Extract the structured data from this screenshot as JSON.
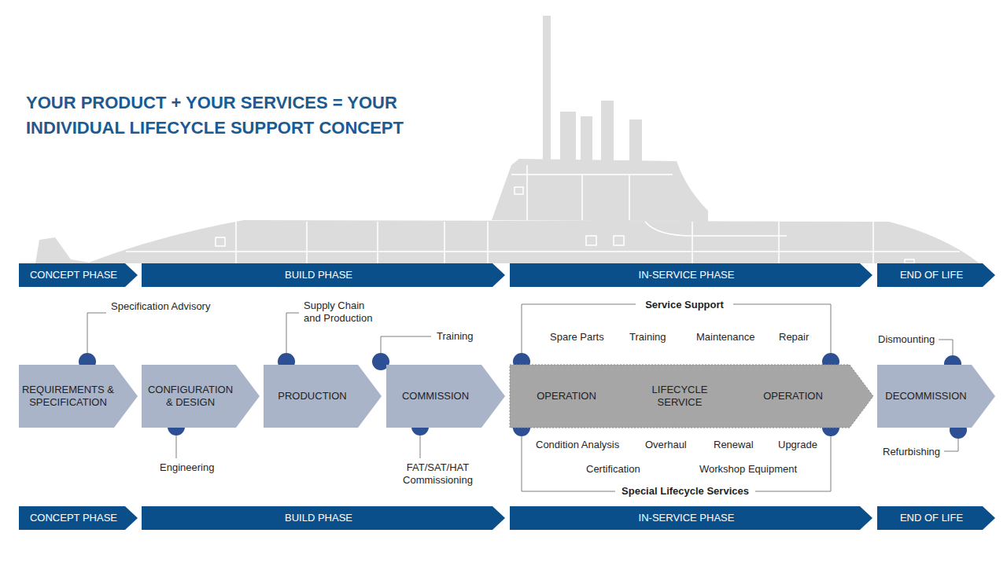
{
  "diagram": {
    "title": "YOUR PRODUCT + YOUR SERVICES = YOUR INDIVIDUAL LIFECYCLE SUPPORT CONCEPT",
    "nodes": [
      {
        "text": [
          "CONCEPT PHASE"
        ]
      },
      {
        "text": [
          "BUILD PHASE"
        ]
      },
      {
        "text": [
          "IN-SERVICE PHASE"
        ]
      },
      {
        "text": [
          "END OF LIFE"
        ]
      },
      {
        "text": [
          "REQUIREMENTS & SPECIFICATION"
        ]
      },
      {
        "text": [
          "CONFIGURATION & DESIGN"
        ]
      },
      {
        "text": [
          "PRODUCTION"
        ]
      },
      {
        "text": [
          "COMMISSION"
        ]
      },
      {
        "text": [
          "OPERATION",
          "LIFECYCLE SERVICE",
          "OPERATION"
        ]
      },
      {
        "text": [
          "DECOMMISSION"
        ]
      },
      {
        "text": [
          "CONCEPT PHASE"
        ]
      },
      {
        "text": [
          "BUILD PHASE"
        ]
      },
      {
        "text": [
          "IN-SERVICE PHASE"
        ]
      },
      {
        "text": [
          "END OF LIFE"
        ]
      }
    ],
    "labels": [
      "Specification Advisory",
      "Engineering",
      "Supply Chain and Production",
      "Training",
      "FAT/SAT/HAT Commissioning",
      "Service Support",
      "Spare Parts",
      "Training",
      "Maintenance",
      "Repair",
      "Condition Analysis",
      "Overhaul",
      "Renewal",
      "Upgrade",
      "Certification",
      "Workshop Equipment",
      "Special Lifecycle Services",
      "Dismounting",
      "Refurbishing"
    ]
  }
}
